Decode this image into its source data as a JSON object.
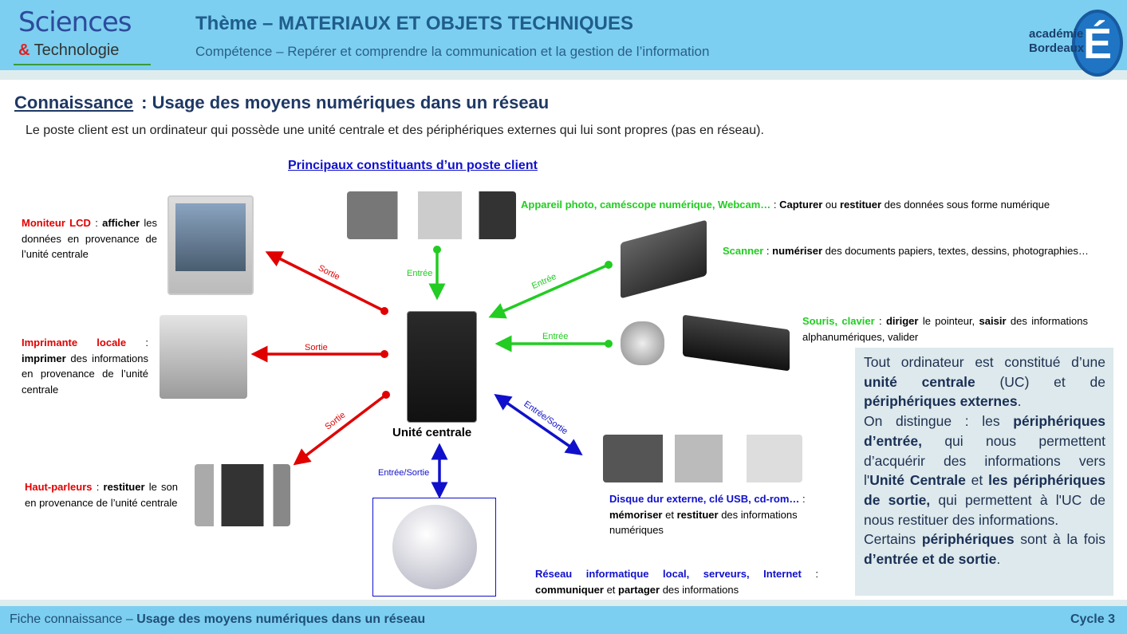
{
  "header": {
    "logo": "Sciences & Technologie",
    "theme": "Thème – MATERIAUX ET OBJETS TECHNIQUES",
    "competence": "Compétence – Repérer et comprendre la communication et la gestion de l’information",
    "academie_logo": "académie Bordeaux",
    "academie_l1": "académie",
    "academie_l2": "Bordeaux"
  },
  "main": {
    "heading_prefix": "Connaissance",
    "heading_rest": ": Usage des moyens numériques dans un réseau",
    "intro": "Le poste client est un ordinateur qui possède une unité centrale et des périphériques externes qui lui sont propres (pas en réseau).",
    "subtitle": "Principaux constituants d’un poste client",
    "central": "Unité centrale",
    "colors": {
      "sortie": "#e00000",
      "entree": "#22cc22",
      "entree_sortie": "#1010cc"
    },
    "arrows": {
      "sortie": "Sortie",
      "entree": "Entrée",
      "es": "Entrée/Sortie"
    },
    "monitor": {
      "name": "Moniteur LCD",
      "sep": " : ",
      "verb": "afficher",
      "rest": " les données en provenance de l’unité centrale"
    },
    "printer": {
      "name": "Imprimante locale",
      "sep": " : ",
      "verb": "imprimer",
      "rest": " des informations en provenance de l’unité centrale"
    },
    "speakers": {
      "name": "Haut-parleurs",
      "sep": " : ",
      "verb": "restituer",
      "rest": " le son en provenance de l’unité centrale"
    },
    "camera": {
      "name": "Appareil photo, caméscope numérique, Webcam…",
      "sep": " : ",
      "verb": "Capturer",
      "mid": " ou ",
      "verb2": "restituer",
      "rest": " des données sous forme numérique"
    },
    "scanner": {
      "name": "Scanner",
      "sep": " : ",
      "verb": "numériser",
      "rest": " des documents papiers, textes, dessins, photographies…"
    },
    "mouse": {
      "name": "Souris, clavier",
      "sep": " : ",
      "verb": "diriger",
      "mid": " le pointeur, ",
      "verb2": "saisir",
      "rest": " des informations alphanumériques, valider"
    },
    "storage": {
      "name": "Disque dur externe, clé USB, cd-rom…",
      "sep": " :",
      "verb": "mémoriser",
      "mid": " et ",
      "verb2": "restituer",
      "rest": " des informations numériques"
    },
    "network": {
      "name": "Réseau informatique local, serveurs, Internet",
      "sep": " :",
      "verb": "communiquer",
      "mid": " et ",
      "verb2": "partager",
      "rest": " des informations"
    }
  },
  "sidebox": {
    "s1": "Tout ordinateur est constitué d’une ",
    "b1": "unité centrale",
    "s2": " (UC) et de ",
    "b2": "périphériques externes",
    "s3": ".",
    "s4": "On distingue : les ",
    "b3": "périphériques d’entrée,",
    "s5": " qui nous permettent d’acquérir des informations vers l'",
    "b4": "Unité Centrale",
    "s6": " et ",
    "b5": "les périphériques de sortie,",
    "s7": " qui permettent à l'UC de nous restituer des informations.",
    "s8": "Certains ",
    "b6": "périphériques",
    "s9": " sont à la fois ",
    "b7": "d’entrée et de sortie",
    "s10": "."
  },
  "footer": {
    "left_prefix": "Fiche connaissance – ",
    "left_bold": "Usage des moyens numériques dans un réseau",
    "right": "Cycle 3"
  }
}
